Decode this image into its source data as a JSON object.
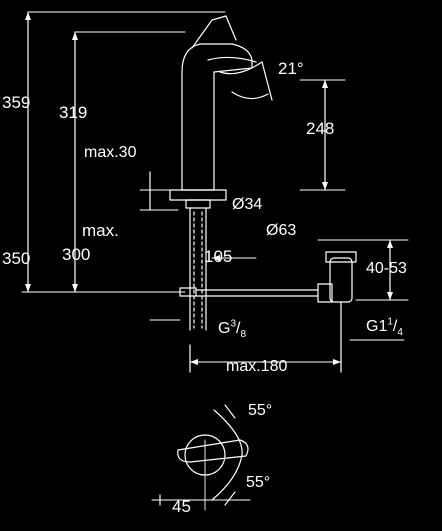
{
  "labels": {
    "h_359": "359",
    "h_319": "319",
    "h_350": "350",
    "max30": "max.30",
    "max_word": "max.",
    "max_300": "300",
    "d34": "Ø34",
    "d63": "Ø63",
    "l105": "105",
    "h248": "248",
    "angle21": "21°",
    "range4053": "40-53",
    "g38_main": "G",
    "g38_num": "3",
    "g38_den": "8",
    "g114_main": "G1",
    "g114_num": "1",
    "g114_den": "4",
    "max180": "max.180",
    "angle55_top": "55°",
    "angle55_bottom": "55°",
    "w45": "45"
  },
  "colors": {
    "background": "#000000",
    "line": "#ffffff"
  }
}
